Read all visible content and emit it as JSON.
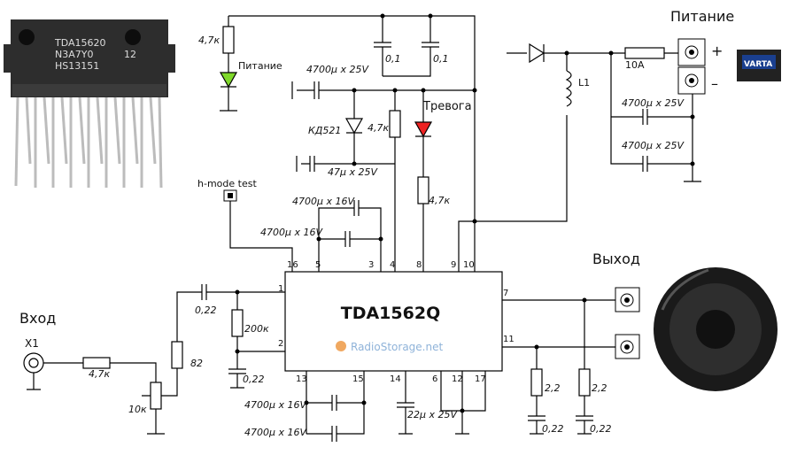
{
  "chip": {
    "label": "TDA1562Q",
    "watermark": "RadioStorage.net"
  },
  "photo_ic": {
    "line1": "TDA15620",
    "line2": "N3A7Y0",
    "line3": "HS13151",
    "num": "12"
  },
  "headers": {
    "power": "Питание",
    "output": "Выход",
    "input": "Вход",
    "x1": "X1"
  },
  "power_terms": {
    "plus": "+",
    "minus": "–"
  },
  "battery": {
    "brand": "VARTA"
  },
  "pins": {
    "p1": "1",
    "p2": "2",
    "p3": "3",
    "p4": "4",
    "p5": "5",
    "p6": "6",
    "p7": "7",
    "p8": "8",
    "p9": "9",
    "p10": "10",
    "p11": "11",
    "p12": "12",
    "p13": "13",
    "p14": "14",
    "p15": "15",
    "p16": "16",
    "p17": "17"
  },
  "labels": {
    "r_led": "4,7к",
    "led_power": "Питание",
    "c_4700_25": "4700µ x 25V",
    "c01a": "0,1",
    "c01b": "0,1",
    "kd521": "КД521",
    "r47_mid": "4,7к",
    "alarm": "Тревога",
    "c47": "47µ x 25V",
    "r47_alarm": "4,7к",
    "hmode": "h-mode test",
    "c4700_16a": "4700µ x 16V",
    "c4700_16b": "4700µ x 16V",
    "fuse": "10A",
    "l1": "L1",
    "c_out1": "4700µ x 25V",
    "c_out2": "4700µ x 25V",
    "c022_in": "0,22",
    "r200": "200к",
    "c022_2": "0,22",
    "r82": "82",
    "r47_in": "4,7к",
    "pot": "10к",
    "c4700_16c": "4700µ x 16V",
    "c4700_16d": "4700µ x 16V",
    "c22": "22µ x 25V",
    "r22a": "2,2",
    "r22b": "2,2",
    "c022a": "0,22",
    "c022b": "0,22"
  }
}
